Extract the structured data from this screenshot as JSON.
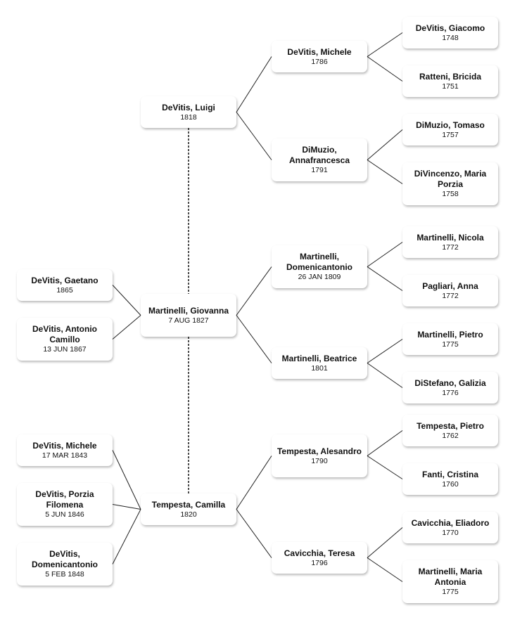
{
  "people": {
    "luigi": {
      "name": "DeVitis, Luigi",
      "date": "1818",
      "sex": "m"
    },
    "michele_1786": {
      "name": "DeVitis, Michele",
      "date": "1786",
      "sex": "m"
    },
    "annafrancesca": {
      "name": "DiMuzio, Annafrancesca",
      "date": "1791",
      "sex": "f"
    },
    "giacomo": {
      "name": "DeVitis, Giacomo",
      "date": "1748",
      "sex": "m"
    },
    "bricida": {
      "name": "Ratteni, Bricida",
      "date": "1751",
      "sex": "f"
    },
    "tomaso": {
      "name": "DiMuzio, Tomaso",
      "date": "1757",
      "sex": "m"
    },
    "maria_porzia": {
      "name": "DiVincenzo, Maria Porzia",
      "date": "1758",
      "sex": "f"
    },
    "giovanna": {
      "name": "Martinelli, Giovanna",
      "date": "7 AUG 1827",
      "sex": "f"
    },
    "gaetano": {
      "name": "DeVitis, Gaetano",
      "date": "1865",
      "sex": "m"
    },
    "antonio_camillo": {
      "name": "DeVitis, Antonio Camillo",
      "date": "13 JUN 1867",
      "sex": "m"
    },
    "domenicantonio_m": {
      "name": "Martinelli, Domenicantonio",
      "date": "26 JAN 1809",
      "sex": "m"
    },
    "beatrice": {
      "name": "Martinelli, Beatrice",
      "date": "1801",
      "sex": "f"
    },
    "nicola": {
      "name": "Martinelli, Nicola",
      "date": "1772",
      "sex": "m"
    },
    "anna": {
      "name": "Pagliari, Anna",
      "date": "1772",
      "sex": "f"
    },
    "pietro_m": {
      "name": "Martinelli, Pietro",
      "date": "1775",
      "sex": "m"
    },
    "galizia": {
      "name": "DiStefano, Galizia",
      "date": "1776",
      "sex": "f"
    },
    "camilla": {
      "name": "Tempesta, Camilla",
      "date": "1820",
      "sex": "f"
    },
    "michele_1843": {
      "name": "DeVitis, Michele",
      "date": "17 MAR 1843",
      "sex": "m"
    },
    "porzia_filomena": {
      "name": "DeVitis, Porzia Filomena",
      "date": "5 JUN 1846",
      "sex": "f"
    },
    "domenicantonio_d": {
      "name": "DeVitis, Domenicantonio",
      "date": "5 FEB 1848",
      "sex": "m"
    },
    "alesandro": {
      "name": "Tempesta, Alesandro",
      "date": "1790",
      "sex": "m"
    },
    "teresa": {
      "name": "Cavicchia, Teresa",
      "date": "1796",
      "sex": "f"
    },
    "pietro_t": {
      "name": "Tempesta, Pietro",
      "date": "1762",
      "sex": "m"
    },
    "cristina": {
      "name": "Fanti, Cristina",
      "date": "1760",
      "sex": "f"
    },
    "eliadoro": {
      "name": "Cavicchia, Eliadoro",
      "date": "1770",
      "sex": "m"
    },
    "maria_antonia": {
      "name": "Martinelli, Maria Antonia",
      "date": "1775",
      "sex": "f"
    }
  },
  "parent_links": [
    [
      "luigi",
      "michele_1786"
    ],
    [
      "luigi",
      "annafrancesca"
    ],
    [
      "michele_1786",
      "giacomo"
    ],
    [
      "michele_1786",
      "bricida"
    ],
    [
      "annafrancesca",
      "tomaso"
    ],
    [
      "annafrancesca",
      "maria_porzia"
    ],
    [
      "giovanna",
      "domenicantonio_m"
    ],
    [
      "giovanna",
      "beatrice"
    ],
    [
      "domenicantonio_m",
      "nicola"
    ],
    [
      "domenicantonio_m",
      "anna"
    ],
    [
      "beatrice",
      "pietro_m"
    ],
    [
      "beatrice",
      "galizia"
    ],
    [
      "camilla",
      "alesandro"
    ],
    [
      "camilla",
      "teresa"
    ],
    [
      "alesandro",
      "pietro_t"
    ],
    [
      "alesandro",
      "cristina"
    ],
    [
      "teresa",
      "eliadoro"
    ],
    [
      "teresa",
      "maria_antonia"
    ]
  ],
  "child_links": [
    [
      "gaetano",
      "giovanna"
    ],
    [
      "antonio_camillo",
      "giovanna"
    ],
    [
      "michele_1843",
      "camilla"
    ],
    [
      "porzia_filomena",
      "camilla"
    ],
    [
      "domenicantonio_d",
      "camilla"
    ]
  ],
  "spouse_links": [
    [
      "luigi",
      "giovanna"
    ],
    [
      "giovanna",
      "camilla"
    ]
  ],
  "colors": {
    "male_top": "#a5baf4",
    "male_bottom": "#7d94e4",
    "female_top": "#f9bea6",
    "female_bottom": "#e9957b",
    "line": "#222222"
  }
}
